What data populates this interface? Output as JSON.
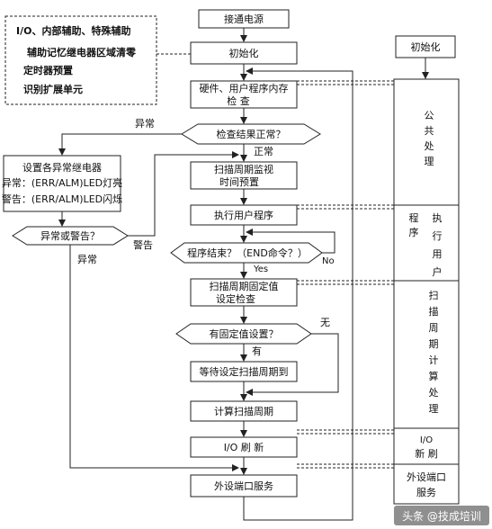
{
  "nodes": {
    "power_on": "接通电源",
    "init": "初始化",
    "hw_check_1": "硬件、用户程序内存",
    "hw_check_2": "检  查",
    "check_ok": "检查结果正常？",
    "err_box_1": "设置各异常继电器",
    "err_box_2": "异常：(ERR/ALM)LED灯亮",
    "err_box_3": "警告：(ERR/ALM)LED闪烁",
    "err_or_warn": "异常或警告？",
    "scan_monitor_1": "扫描周期监视",
    "scan_monitor_2": "时间预置",
    "exec_user": "执行用户程序",
    "prog_end": "程序结束？（END命令？）",
    "scan_fixed_1": "扫描周期固定值",
    "scan_fixed_2": "设定检查",
    "has_fixed": "有固定值设置？",
    "wait_scan": "等待设定扫描周期到",
    "calc_scan": "计算扫描周期",
    "io_refresh": "I/O 刷 新",
    "peripheral": "外设端口服务"
  },
  "labels": {
    "abnormal": "异常",
    "normal": "正常",
    "warning": "警告",
    "abnormal2": "异常",
    "yes": "Yes",
    "no": "No",
    "none": "无",
    "has": "有"
  },
  "note": {
    "line1": "I/O、内部辅助、特殊辅助",
    "line2": "辅助记忆继电器区域清零",
    "line3": "定时器预置",
    "line4": "识别扩展单元"
  },
  "right_column": {
    "init": "初始化",
    "common_1": "公",
    "common_2": "共",
    "common_3": "处",
    "common_4": "理",
    "program": "程",
    "program_2": "序",
    "exec_1": "执",
    "exec_2": "行",
    "exec_3": "用",
    "exec_4": "户",
    "scan_1": "扫",
    "scan_2": "描",
    "scan_3": "周",
    "scan_4": "期",
    "scan_5": "计",
    "scan_6": "算",
    "scan_7": "处",
    "scan_8": "理",
    "io_1": "I/O",
    "io_2": "新 刷",
    "periph_1": "外设端口",
    "periph_2": "服务"
  },
  "watermark": "头条 @技成培训"
}
